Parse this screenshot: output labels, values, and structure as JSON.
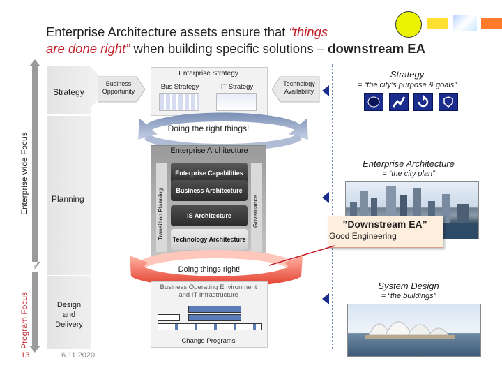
{
  "title": {
    "line1_plain": "Enterprise Architecture assets ensure that ",
    "line1_red": "“things",
    "line2_red": "are done right”",
    "line2_plain": " when building specific solutions – ",
    "line2_emph": "downstream EA"
  },
  "side": {
    "enterprise_focus": "Enterprise wide Focus",
    "program_focus": "Program Focus",
    "page_number": "13",
    "date": "6.11.2020"
  },
  "left": {
    "strategy": "Strategy",
    "planning": "Planning",
    "design": "Design\nand\nDelivery"
  },
  "top": {
    "business_opportunity": "Business\nOpportunity",
    "enterprise_strategy": "Enterprise Strategy",
    "bus_strategy": "Bus Strategy",
    "it_strategy": "IT Strategy",
    "technology_availability": "Technology\nAvailability",
    "doing_right_things": "Doing the right things!"
  },
  "center": {
    "enterprise_architecture": "Enterprise Architecture",
    "transition_planning": "Transition Planning",
    "governance": "Governance",
    "layers": [
      "Enterprise Capabilities",
      "Business Architecture",
      "IS Architecture",
      "Technology Architecture"
    ]
  },
  "bottom": {
    "doing_things_right": "Doing things right!",
    "business_env": "Business Operating Environment\nand IT Infrastructure",
    "change_programs": "Change Programs"
  },
  "right": {
    "strategy_head": "Strategy",
    "strategy_sub": "= “the city’s purpose & goals”",
    "ea_head": "Enterprise Architecture",
    "ea_sub": "= “the city plan”",
    "system_head": "System Design",
    "system_sub": "= “the buildings”"
  },
  "callout": {
    "head": "”Downstream EA”",
    "sub": "Good Engineering"
  },
  "colors": {
    "red": "#c0202a",
    "blue_dark": "#1a2d8c",
    "layer_dark": "#3a3a3a",
    "callout_bg": "#fdeede"
  }
}
